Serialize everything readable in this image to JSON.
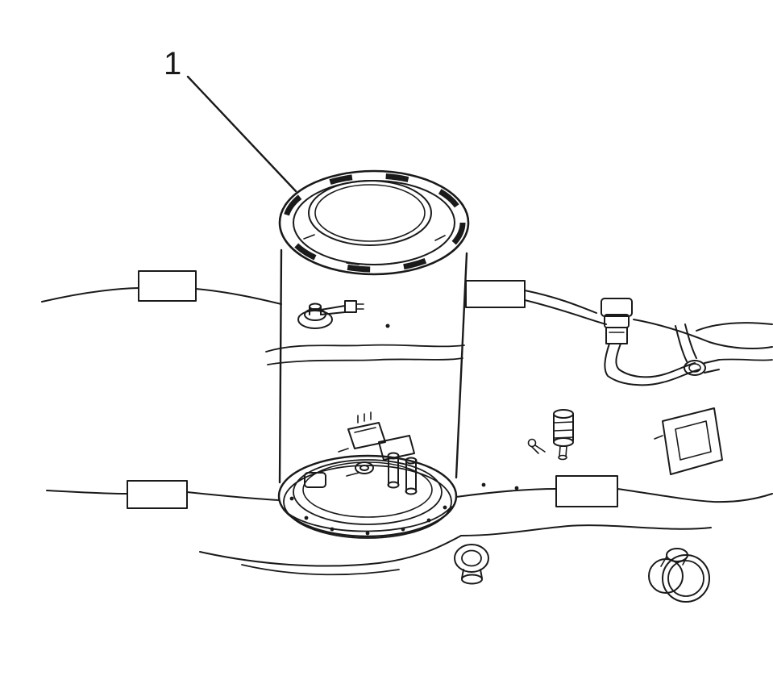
{
  "figure": {
    "background": "#ffffff",
    "line_color": "#1a1a1a",
    "callout": {
      "label": "1"
    },
    "parts": [
      "fuel-pump-module-lock-ring",
      "fuel-pump-module-reservoir",
      "fuel-pump-assembly-bottom",
      "vent-fitting",
      "underbody-frame-rails",
      "wiring-harness-connector",
      "fuel-hoses",
      "mounting-bracket",
      "check-valve",
      "grommets"
    ]
  }
}
